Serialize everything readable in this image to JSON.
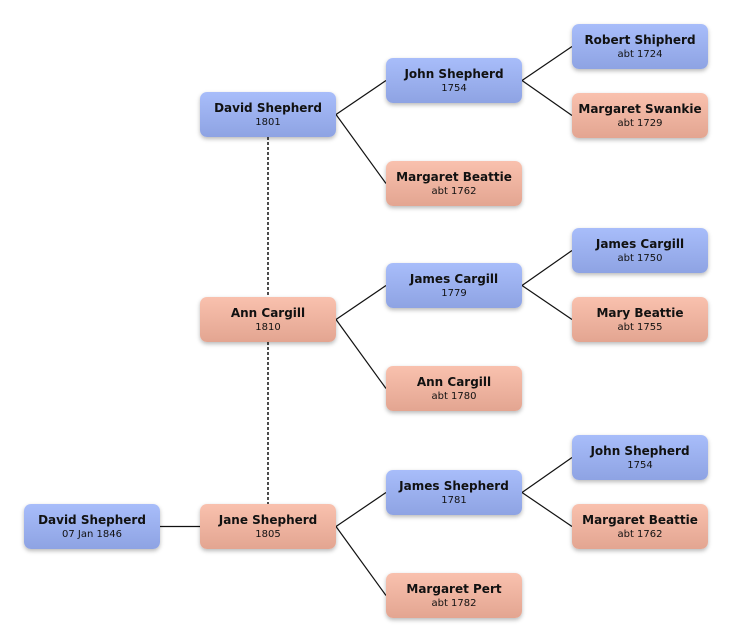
{
  "colors": {
    "male": "#98adee",
    "female": "#eeb09c",
    "line": "#111111"
  },
  "people": {
    "root": {
      "name": "David Shepherd",
      "date": "07 Jan 1846",
      "sex": "male"
    },
    "p1": {
      "name": "David Shepherd",
      "date": "1801",
      "sex": "male"
    },
    "p2": {
      "name": "Ann Cargill",
      "date": "1810",
      "sex": "female"
    },
    "p3": {
      "name": "Jane Shepherd",
      "date": "1805",
      "sex": "female"
    },
    "g1": {
      "name": "John Shepherd",
      "date": "1754",
      "sex": "male"
    },
    "g2": {
      "name": "Margaret Beattie",
      "date": "abt 1762",
      "sex": "female"
    },
    "g3": {
      "name": "James Cargill",
      "date": "1779",
      "sex": "male"
    },
    "g4": {
      "name": "Ann Cargill",
      "date": "abt 1780",
      "sex": "female"
    },
    "g5": {
      "name": "James Shepherd",
      "date": "1781",
      "sex": "male"
    },
    "g6": {
      "name": "Margaret Pert",
      "date": "abt 1782",
      "sex": "female"
    },
    "gg1": {
      "name": "Robert Shipherd",
      "date": "abt 1724",
      "sex": "male"
    },
    "gg2": {
      "name": "Margaret Swankie",
      "date": "abt 1729",
      "sex": "female"
    },
    "gg3": {
      "name": "James Cargill",
      "date": "abt 1750",
      "sex": "male"
    },
    "gg4": {
      "name": "Mary Beattie",
      "date": "abt 1755",
      "sex": "female"
    },
    "gg5": {
      "name": "John Shepherd",
      "date": "1754",
      "sex": "male"
    },
    "gg6": {
      "name": "Margaret Beattie",
      "date": "abt 1762",
      "sex": "female"
    }
  },
  "relations": {
    "parent_links": [
      [
        "root",
        "p3"
      ],
      [
        "p1",
        "g1"
      ],
      [
        "p1",
        "g2"
      ],
      [
        "p2",
        "g3"
      ],
      [
        "p2",
        "g4"
      ],
      [
        "p3",
        "g5"
      ],
      [
        "p3",
        "g6"
      ],
      [
        "g1",
        "gg1"
      ],
      [
        "g1",
        "gg2"
      ],
      [
        "g3",
        "gg3"
      ],
      [
        "g3",
        "gg4"
      ],
      [
        "g5",
        "gg5"
      ],
      [
        "g5",
        "gg6"
      ]
    ],
    "spouse_links": [
      [
        "p1",
        "p2"
      ],
      [
        "p2",
        "p3"
      ]
    ]
  }
}
